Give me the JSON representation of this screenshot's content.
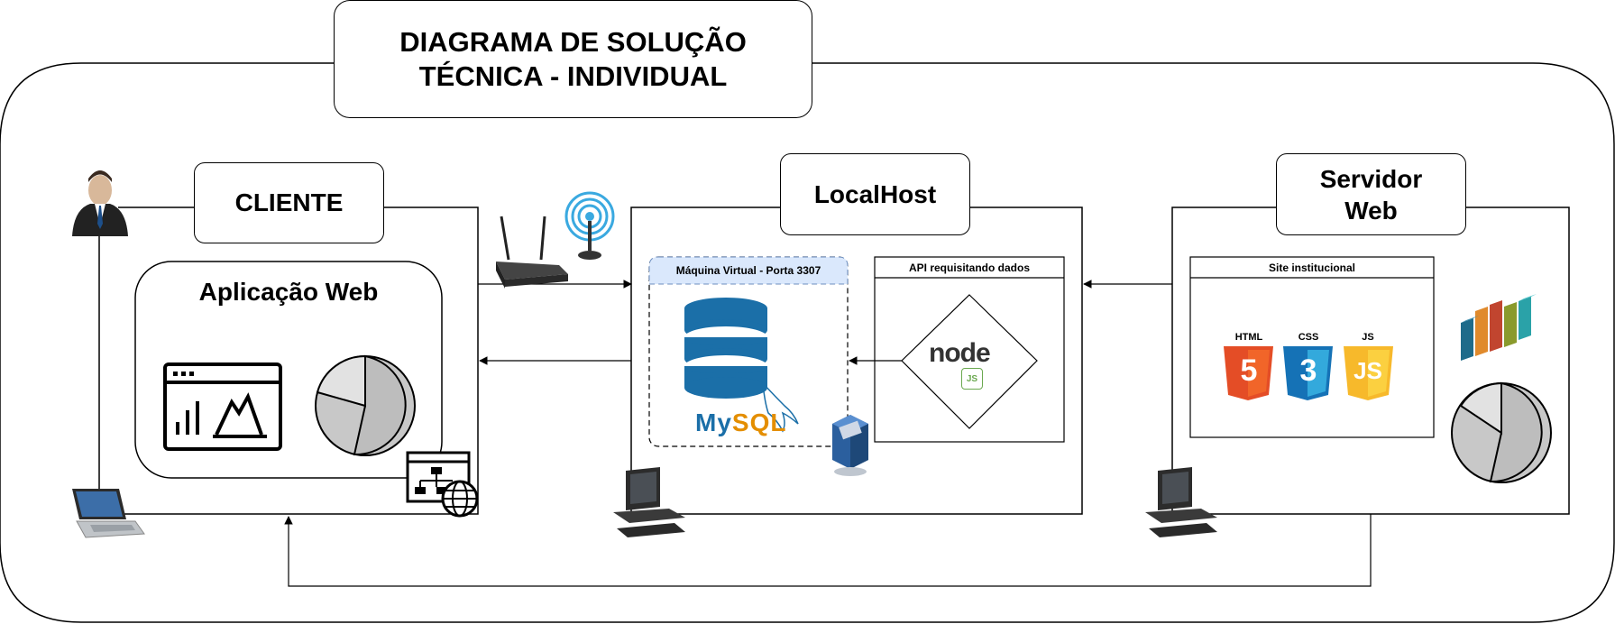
{
  "diagram": {
    "title": "DIAGRAMA DE SOLUÇÃO\nTÉCNICA - INDIVIDUAL",
    "cliente": {
      "label": "CLIENTE",
      "app_label": "Aplicação Web"
    },
    "localhost": {
      "label": "LocalHost",
      "vm_label": "Máquina Virtual - Porta 3307",
      "api_label": "API requisitando dados",
      "mysql_my": "My",
      "mysql_sql": "SQL",
      "node_text": "node",
      "node_js": "JS"
    },
    "servidor": {
      "label": "Servidor\nWeb",
      "site_label": "Site institucional",
      "tech": [
        "HTML",
        "CSS",
        "JS"
      ],
      "tech_digits": [
        "5",
        "3",
        "JS"
      ]
    }
  },
  "colors": {
    "stroke": "#000000",
    "html5": "#e44d26",
    "css3": "#1572b6",
    "js": "#f7b92b",
    "db_blue": "#1b6fa8",
    "vm_header": "#dae8fc",
    "vm_header_border": "#6c8ebf"
  }
}
